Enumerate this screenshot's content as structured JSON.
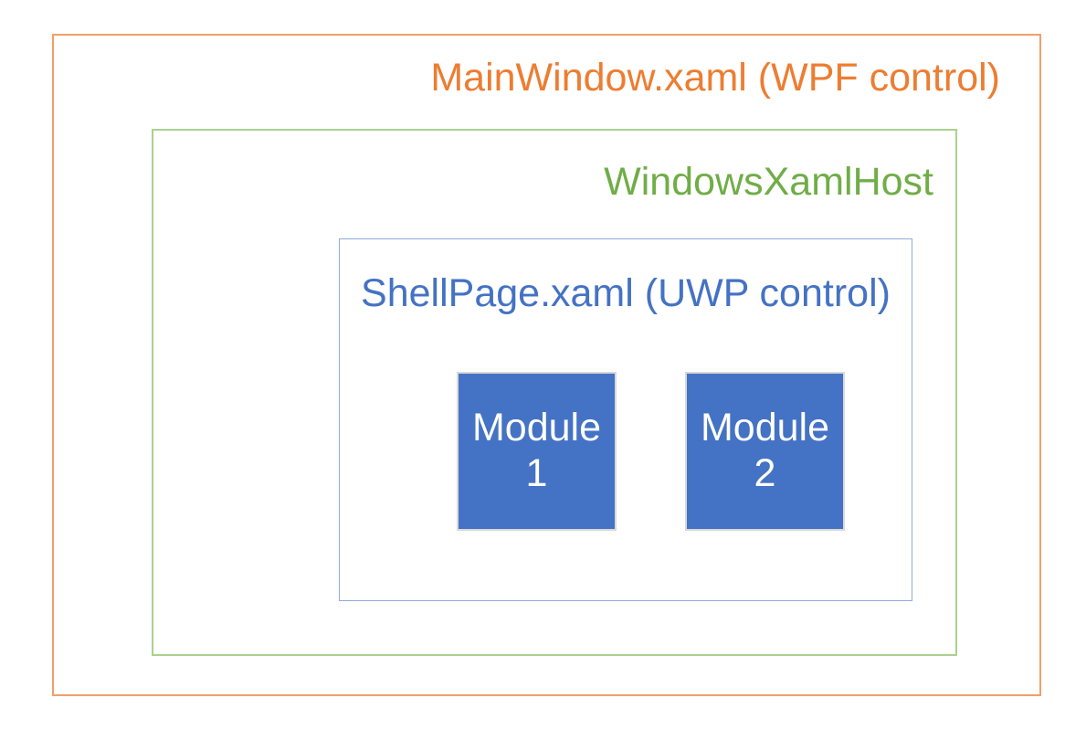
{
  "colors": {
    "background": "#FFFFFF",
    "orange-text": "#ED7D31",
    "orange-border": "#F0A069",
    "green-text": "#70AD47",
    "green-border": "#A9D18E",
    "blue-text": "#4472C4",
    "blue-border": "#8FAADC",
    "module-fill": "#4472C4",
    "module-border": "#D9D9D9",
    "module-text": "#FFFFFF"
  },
  "diagram": {
    "outer_box": {
      "label": "MainWindow.xaml (WPF control)"
    },
    "host_box": {
      "label": "WindowsXamlHost"
    },
    "shell_box": {
      "label": "ShellPage.xaml (UWP control)"
    },
    "modules": [
      {
        "label": "Module",
        "number": "1"
      },
      {
        "label": "Module",
        "number": "2"
      }
    ]
  }
}
